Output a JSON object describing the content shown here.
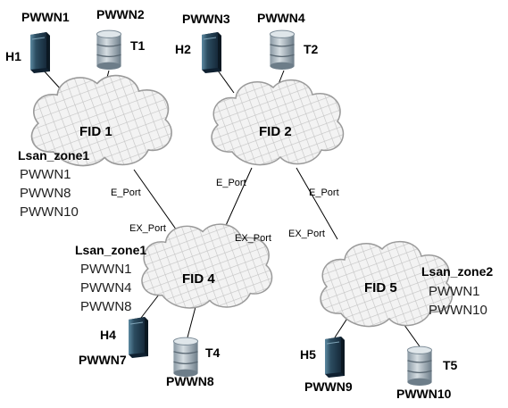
{
  "fabrics": {
    "fid1": "FID 1",
    "fid2": "FID 2",
    "fid4": "FID 4",
    "fid5": "FID 5"
  },
  "devices": {
    "h1": {
      "name": "H1",
      "wwn": "PWWN1"
    },
    "t1": {
      "name": "T1",
      "wwn": "PWWN2"
    },
    "h2": {
      "name": "H2",
      "wwn": "PWWN3"
    },
    "t2": {
      "name": "T2",
      "wwn": "PWWN4"
    },
    "h4": {
      "name": "H4",
      "wwn": "PWWN7"
    },
    "t4": {
      "name": "T4",
      "wwn": "PWWN8"
    },
    "h5": {
      "name": "H5",
      "wwn": "PWWN9"
    },
    "t5": {
      "name": "T5",
      "wwn": "PWWN10"
    }
  },
  "zones": {
    "fid1_zone": {
      "title": "Lsan_zone1",
      "members": [
        "PWWN1",
        "PWWN8",
        "PWWN10"
      ]
    },
    "fid4_zone": {
      "title": "Lsan_zone1",
      "members": [
        "PWWN1",
        "PWWN4",
        "PWWN8"
      ]
    },
    "fid5_zone": {
      "title": "Lsan_zone2",
      "members": [
        "PWWN1",
        "PWWN10"
      ]
    }
  },
  "ports": {
    "fid1_eport": "E_Port",
    "fid4_export_left": "EX_Port",
    "fid2_eport_left": "E_Port",
    "fid4_export_right": "EX_Port",
    "fid2_eport_right": "E_Port",
    "fid5_export": "EX_Port"
  },
  "colors": {
    "server_dark": "#1f3a4d",
    "server_mid": "#3d6a82",
    "storage_light": "#b9c4cc",
    "storage_dark": "#6b7c88",
    "cloud_fill": "#f2f2f2",
    "cloud_grid": "#c8c8c8"
  }
}
